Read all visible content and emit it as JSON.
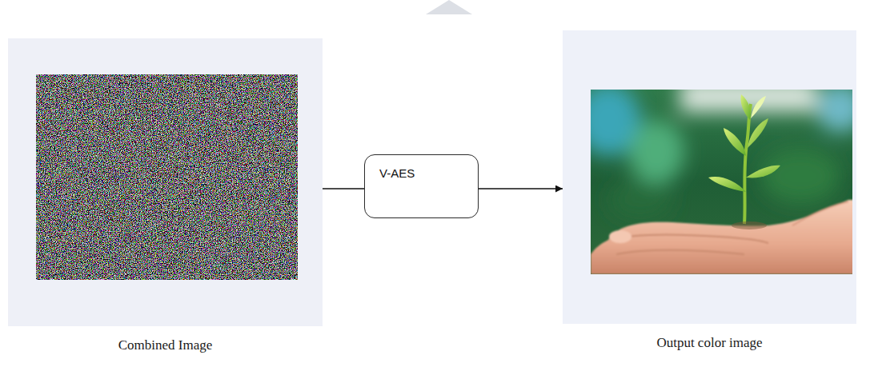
{
  "diagram": {
    "nodes": [
      {
        "text": [
          "Combined Image"
        ]
      },
      {
        "text": [
          "V-AES"
        ]
      },
      {
        "text": [
          "Output color image"
        ]
      }
    ],
    "edges": [
      {
        "from": 0,
        "to": 1,
        "arrow": "none"
      },
      {
        "from": 1,
        "to": 2,
        "arrow": "to"
      }
    ]
  }
}
